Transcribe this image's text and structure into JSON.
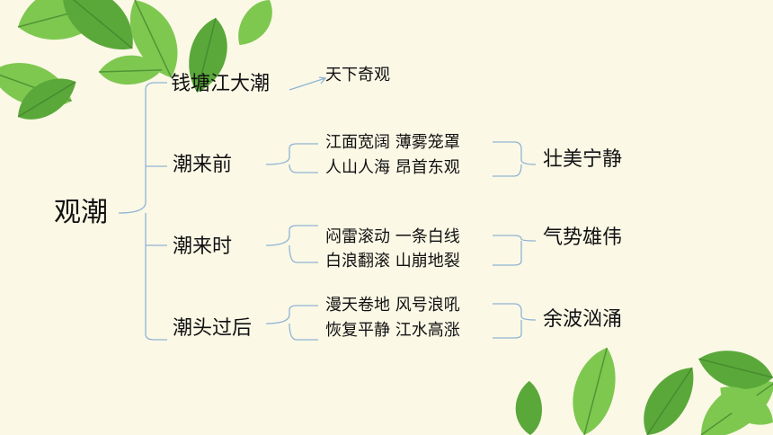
{
  "diagram": {
    "root": "观潮",
    "branches": [
      {
        "label": "钱塘江大潮",
        "details": [
          "天下奇观"
        ],
        "summary": ""
      },
      {
        "label": "潮来前",
        "details": [
          "江面宽阔  薄雾笼罩",
          "人山人海 昂首东观"
        ],
        "summary": "壮美宁静"
      },
      {
        "label": "潮来时",
        "details": [
          "闷雷滚动 一条白线",
          "白浪翻滚 山崩地裂"
        ],
        "summary": "气势雄伟"
      },
      {
        "label": "潮头过后",
        "details": [
          "漫天卷地 风号浪吼",
          "恢复平静 江水高涨"
        ],
        "summary": "余波汹涌"
      }
    ]
  },
  "colors": {
    "background": "#fbf8e6",
    "connector": "#8fb4d4",
    "leaf": "#7ec850"
  },
  "decor": {
    "top_left": "leaf-cluster-icon",
    "bottom_right": "leaf-cluster-icon"
  }
}
